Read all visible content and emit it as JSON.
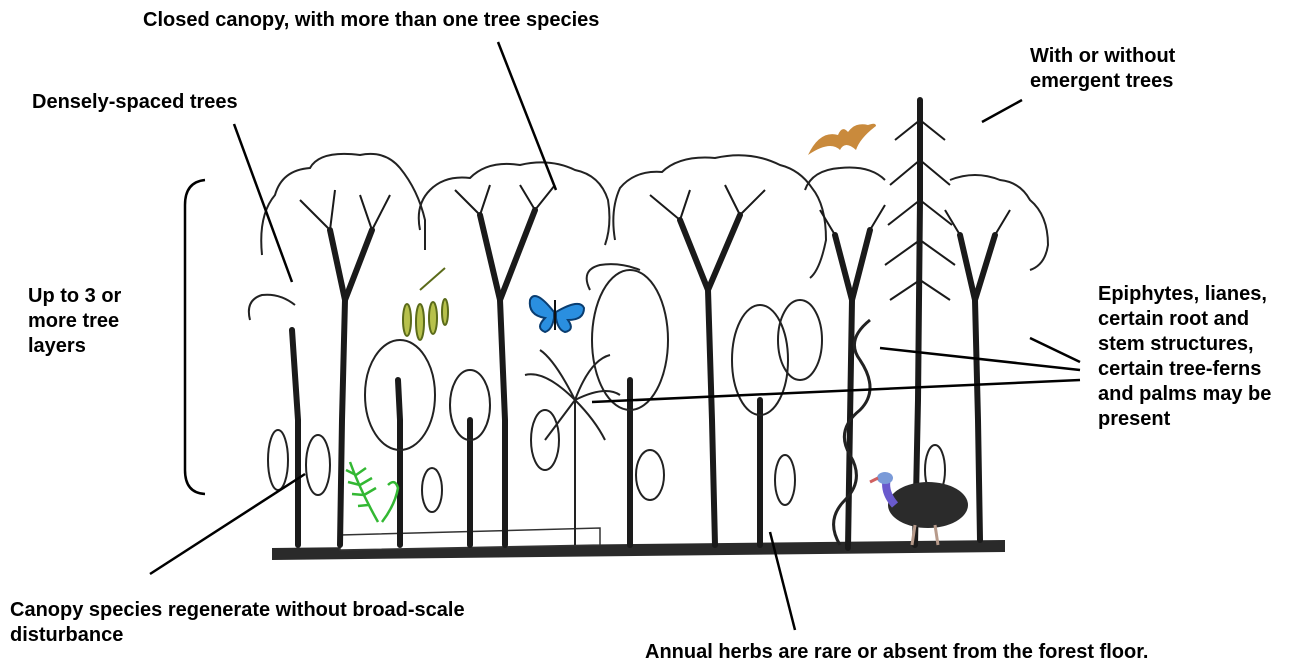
{
  "labels": {
    "closed_canopy": "Closed canopy, with more than one tree species",
    "emergent": "With or without\nemergent trees",
    "densely_spaced": "Densely-spaced trees",
    "tree_layers": "Up to 3 or\nmore tree\nlayers",
    "epiphytes": "Epiphytes, lianes,\ncertain root and\nstem structures,\ncertain tree-ferns\nand palms may be\npresent",
    "regeneration": "Canopy species regenerate without broad-scale\ndisturbance",
    "annual_herbs": "Annual herbs are rare or absent from the forest floor."
  },
  "icons": [
    "bat-icon",
    "butterfly-icon",
    "fern-icon",
    "cassowary-icon",
    "hanging-plant-icon"
  ],
  "colors": {
    "bat": "#c98a3c",
    "butterfly": "#2a8fe0",
    "fern": "#33b833",
    "hanging_plant": "#9aa840",
    "cassowary_body": "#2b2b2b",
    "cassowary_neck": "#6a5acd"
  }
}
